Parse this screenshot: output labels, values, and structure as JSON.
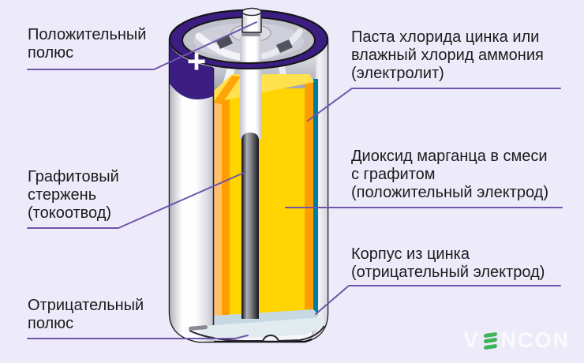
{
  "colors": {
    "page_bg": "#EDEBFA",
    "label_text": "#1B1B1B",
    "leader_line": "#6F55AC",
    "battery_purple": "#3C1E82",
    "casing_white": "#F6F6FA",
    "outline_black": "#15151A",
    "mno2_yellow": "#FFD400",
    "mno2_top_yellow": "#FFE14D",
    "electrolyte_orange": "#FF9E00",
    "electrolyte_light_orange": "#FFC06E",
    "separator_teal": "#007E9E",
    "bottom_cup_blue": "#C6D9E3",
    "graphite_dark": "#2A2A2E",
    "logo_green": "#3DB457",
    "logo_white": "#FAFAFD"
  },
  "labels": {
    "positive_pole": {
      "lines": [
        "Положительный",
        "полюс"
      ]
    },
    "electrolyte": {
      "lines": [
        "Паста хлорида цинка или",
        "влажный хлорид аммония",
        "(электролит)"
      ]
    },
    "graphite_rod": {
      "lines": [
        "Графитовый",
        "стержень",
        "(токоотвод)"
      ]
    },
    "mno2": {
      "lines": [
        "Диоксид марганца в смеси",
        "с графитом",
        "(положительный электрод)"
      ]
    },
    "zinc_case": {
      "lines": [
        "Корпус из цинка",
        "(отрицательный электрод)"
      ]
    },
    "negative_pole": {
      "lines": [
        "Отрицательный",
        "полюс"
      ]
    }
  },
  "battery": {
    "plus_symbol": "+"
  },
  "logo": {
    "v": "V",
    "ncon": "NCON"
  }
}
